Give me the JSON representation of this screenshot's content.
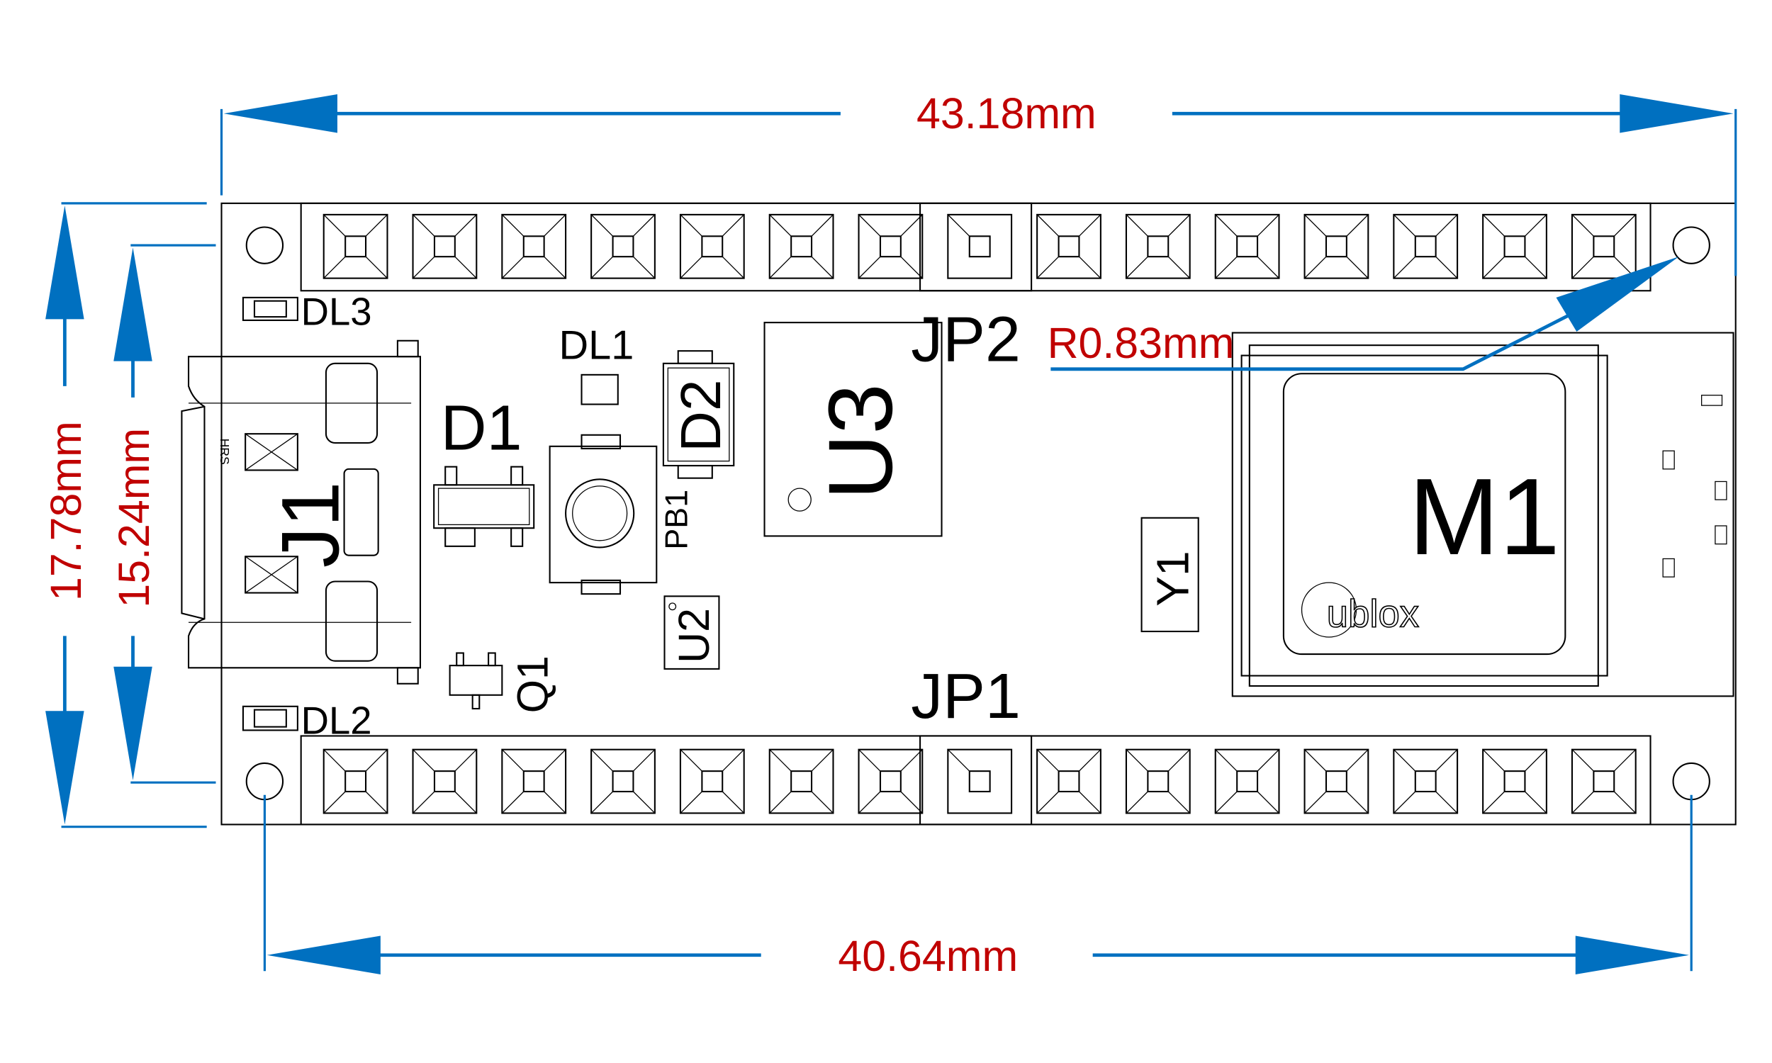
{
  "dimensions": {
    "width_outer": "43.18mm",
    "width_holes": "40.64mm",
    "height_outer": "17.78mm",
    "height_holes": "15.24mm",
    "hole_radius": "R0.83mm"
  },
  "components": {
    "dl3": "DL3",
    "dl1": "DL1",
    "dl2": "DL2",
    "d1": "D1",
    "d2": "D2",
    "j1": "J1",
    "u3": "U3",
    "jp2": "JP2",
    "jp1": "JP1",
    "pb1": "PB1",
    "u2": "U2",
    "q1": "Q1",
    "y1": "Y1",
    "m1": "M1"
  },
  "logos": {
    "module": "ublox",
    "connector": "HRS"
  },
  "header_pins_per_row": 15,
  "colors": {
    "dimension": "#0070c0",
    "dimension_text": "#c00000"
  }
}
